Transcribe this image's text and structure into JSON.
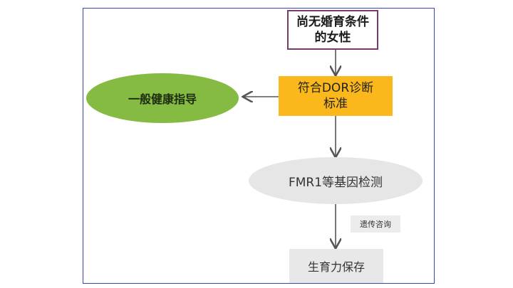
{
  "nodes": {
    "start": "尚无婚育条件\n的女性",
    "start_l1": "尚无婚育条件",
    "start_l2": "的女性",
    "dor_l1": "符合DOR诊断",
    "dor_l2": "标准",
    "health": "一般健康指导",
    "fmr": "FMR1等基因检测",
    "counsel": "遗传咨询",
    "fertility": "生育力保存"
  },
  "colors": {
    "frame": "#3b46a8",
    "start_border": "#7a3a6b",
    "dor_fill": "#fbb81c",
    "health_fill": "#86bb43",
    "gray_fill": "#e6e6e6",
    "arrow": "#555555"
  }
}
